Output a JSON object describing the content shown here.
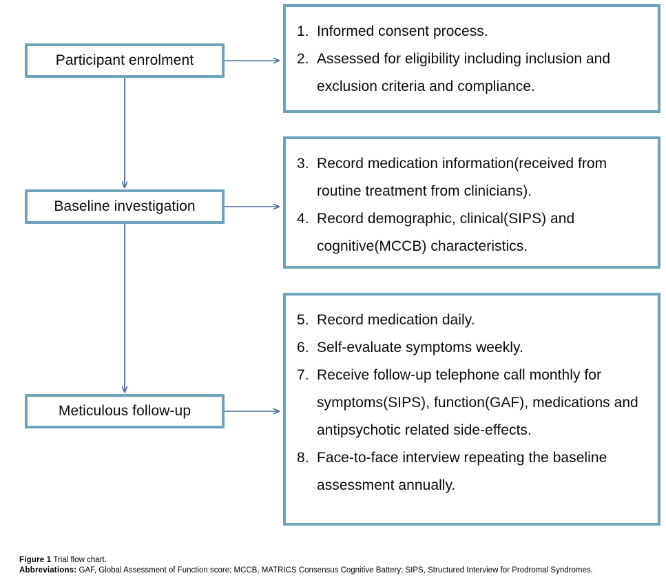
{
  "figure": {
    "colors": {
      "box_border": "#6FA3BC",
      "connector": "#4A6E96",
      "text": "#0b0b0b",
      "background": "#ffffff"
    },
    "stages": [
      {
        "id": "participant-enrolment",
        "label": "Participant enrolment"
      },
      {
        "id": "baseline-investigation",
        "label": "Baseline investigation"
      },
      {
        "id": "meticulous-follow-up",
        "label": "Meticulous follow-up"
      }
    ],
    "details": [
      {
        "id": "detail-enrolment",
        "items": [
          {
            "number": "1.",
            "text": "Informed consent process."
          },
          {
            "number": "2.",
            "text": "Assessed for eligibility including inclusion and exclusion criteria and compliance."
          }
        ]
      },
      {
        "id": "detail-baseline",
        "items": [
          {
            "number": "3.",
            "text": "Record medication information(received from routine treatment from clinicians)."
          },
          {
            "number": "4.",
            "text": "Record demographic, clinical(SIPS) and cognitive(MCCB) characteristics."
          }
        ]
      },
      {
        "id": "detail-followup",
        "items": [
          {
            "number": "5.",
            "text": "Record medication daily."
          },
          {
            "number": "6.",
            "text": "Self-evaluate symptoms weekly."
          },
          {
            "number": "7.",
            "text": "Receive follow-up telephone call monthly for symptoms(SIPS), function(GAF), medications and antipsychotic related side-effects."
          },
          {
            "number": "8.",
            "text": "Face-to-face interview repeating the baseline assessment annually."
          }
        ]
      }
    ]
  },
  "caption": {
    "figure_lead": "Figure 1",
    "figure_text": " Trial flow chart.",
    "abbrev_lead": "Abbreviations:",
    "abbrev_text": " GAF, Global Assessment of Function score; MCCB, MATRICS Consensus Cognitive Battery; SIPS, Structured Interview for Prodromal Syndromes."
  }
}
